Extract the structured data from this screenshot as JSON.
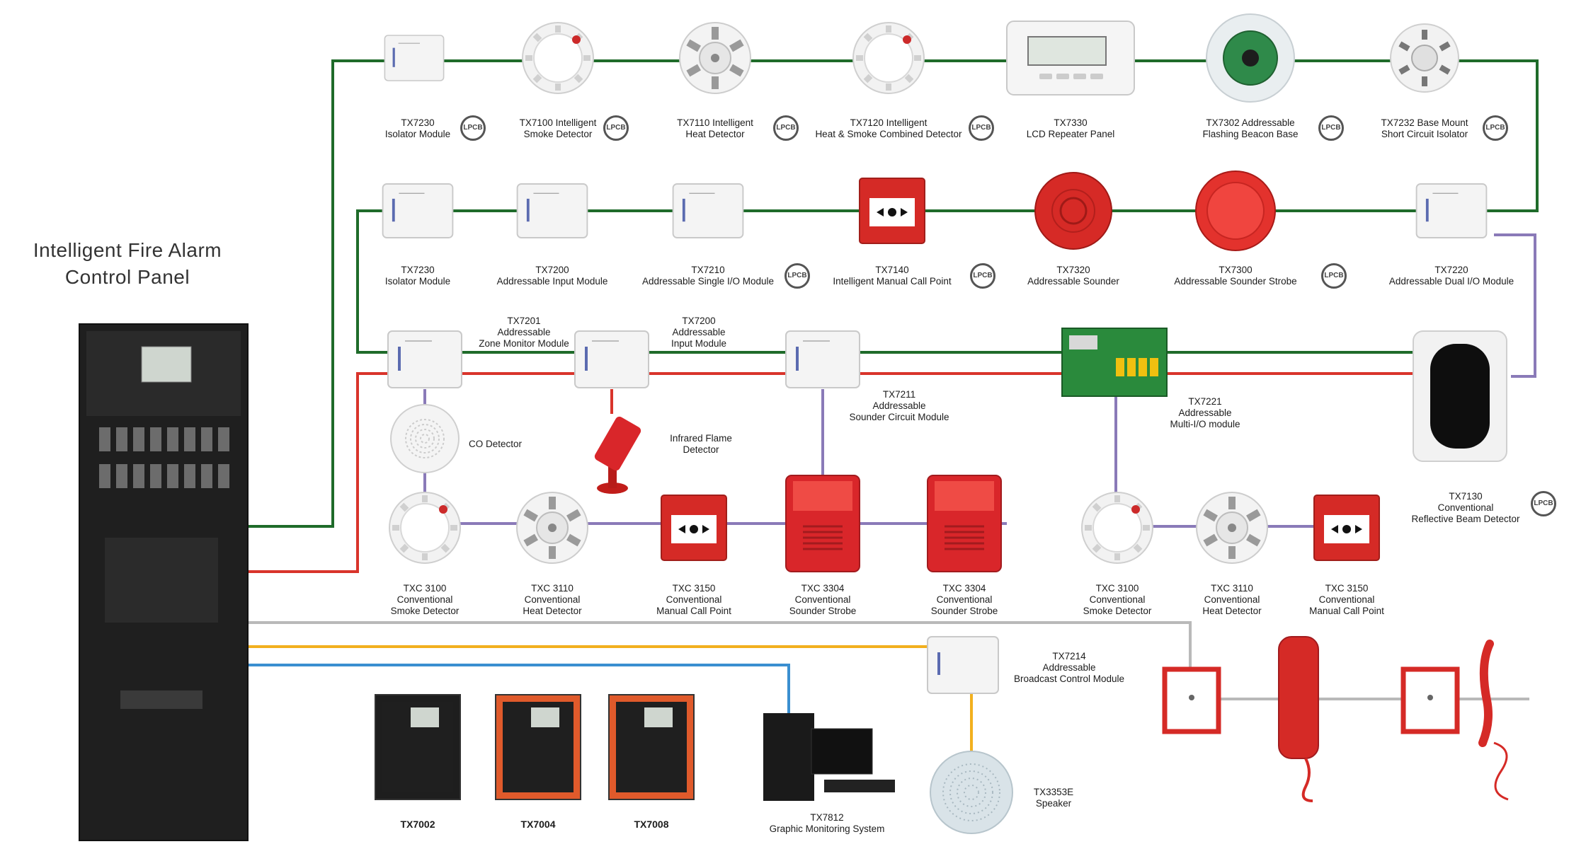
{
  "title": [
    "Intelligent Fire Alarm",
    "Control Panel"
  ],
  "lpcb_text": "LPCB",
  "colors": {
    "green_loop": "#1f6b2a",
    "red_loop": "#d9342b",
    "purple": "#8a7ab8",
    "grey": "#b9b9b9",
    "orange": "#f2b01e",
    "blue": "#3a8fd0"
  },
  "row1": [
    {
      "lines": [
        "TX7230",
        "Isolator  Module"
      ],
      "icon": "module-white"
    },
    {
      "lines": [
        "TX7100 Intelligent",
        "Smoke Detector"
      ],
      "icon": "smoke-detector"
    },
    {
      "lines": [
        "TX7110 Intelligent",
        "Heat Detector"
      ],
      "icon": "heat-detector"
    },
    {
      "lines": [
        "TX7120 Intelligent",
        "Heat & Smoke Combined Detector"
      ],
      "icon": "smoke-detector"
    },
    {
      "lines": [
        "TX7330",
        "LCD Repeater Panel"
      ],
      "icon": "lcd-panel"
    },
    {
      "lines": [
        "TX7302 Addressable",
        "Flashing Beacon Base"
      ],
      "icon": "beacon-base"
    },
    {
      "lines": [
        "TX7232 Base Mount",
        "Short Circuit Isolator"
      ],
      "icon": "isolator-base"
    }
  ],
  "row2": [
    {
      "lines": [
        "TX7230",
        "Isolator  Module"
      ],
      "icon": "module-white"
    },
    {
      "lines": [
        "TX7200",
        "Addressable Input Module"
      ],
      "icon": "module-white"
    },
    {
      "lines": [
        "TX7210",
        "Addressable Single I/O Module"
      ],
      "icon": "module-white"
    },
    {
      "lines": [
        "TX7140",
        "Intelligent Manual Call Point"
      ],
      "icon": "call-point"
    },
    {
      "lines": [
        "TX7320",
        "Addressable Sounder"
      ],
      "icon": "sounder"
    },
    {
      "lines": [
        "TX7300",
        "Addressable Sounder Strobe"
      ],
      "icon": "sounder-strobe"
    },
    {
      "lines": [
        "TX7220",
        "Addressable Dual I/O Module"
      ],
      "icon": "module-white"
    }
  ],
  "row3": [
    {
      "lines": [
        "TX7201",
        "Addressable",
        "Zone Monitor Module"
      ],
      "icon": "module-white"
    },
    {
      "lines": [
        "TX7200",
        "Addressable",
        "Input Module"
      ],
      "icon": "module-white"
    },
    {
      "lines": [
        "TX7211",
        "Addressable",
        "Sounder Circuit Module"
      ],
      "icon": "module-white"
    },
    {
      "lines": [
        "TX7221",
        "Addressable",
        "Multi-I/O module"
      ],
      "icon": "pcb-board"
    }
  ],
  "co_detector": "CO Detector",
  "flame_detector": [
    "Infrared Flame",
    "Detector"
  ],
  "beam_detector": [
    "TX7130",
    "Conventional",
    "Reflective Beam Detector"
  ],
  "conventional_row": [
    {
      "lines": [
        "TXC 3100",
        "Conventional",
        "Smoke Detector"
      ],
      "icon": "smoke-detector"
    },
    {
      "lines": [
        "TXC 3110",
        "Conventional",
        "Heat Detector"
      ],
      "icon": "heat-detector"
    },
    {
      "lines": [
        "TXC 3150",
        "Conventional",
        "Manual Call Point"
      ],
      "icon": "call-point"
    },
    {
      "lines": [
        "TXC 3304",
        "Conventional",
        "Sounder Strobe"
      ],
      "icon": "strobe"
    },
    {
      "lines": [
        "TXC 3304",
        "Conventional",
        "Sounder Strobe"
      ],
      "icon": "strobe"
    },
    {
      "lines": [
        "TXC 3100",
        "Conventional",
        "Smoke Detector"
      ],
      "icon": "smoke-detector"
    },
    {
      "lines": [
        "TXC 3110",
        "Conventional",
        "Heat Detector"
      ],
      "icon": "heat-detector"
    },
    {
      "lines": [
        "TXC 3150",
        "Conventional",
        "Manual Call Point"
      ],
      "icon": "call-point"
    }
  ],
  "broadcast": [
    "TX7214",
    "Addressable",
    "Broadcast Control Module"
  ],
  "speaker": [
    "TX3353E",
    "Speaker"
  ],
  "panels": [
    "TX7002",
    "TX7004",
    "TX7008"
  ],
  "graphic": [
    "TX7812",
    "Graphic Monitoring System"
  ],
  "telephone_row": [
    "fire-telephone-jack",
    "fire-telephone",
    "fire-telephone-jack",
    "fire-handset"
  ]
}
